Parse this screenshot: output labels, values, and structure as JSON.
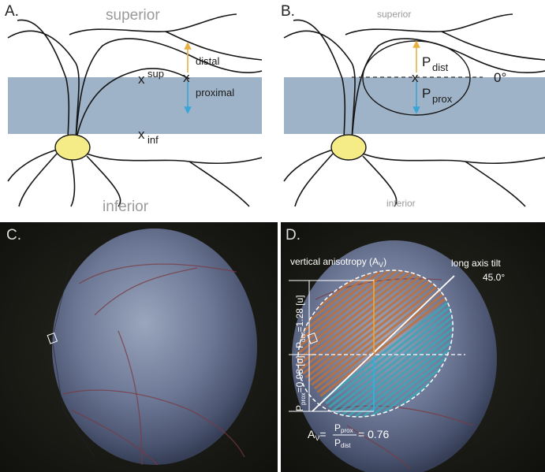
{
  "panels": {
    "a": {
      "letter": "A.",
      "superior": "superior",
      "inferior": "inferior",
      "distal": "distal",
      "proximal": "proximal",
      "x_sup": "x",
      "x_sup_sub": "sup",
      "x_mid": "x",
      "x_inf": "x",
      "x_inf_sub": "inf"
    },
    "b": {
      "letter": "B.",
      "superior": "superior",
      "inferior": "inferior",
      "p_dist": "P",
      "p_dist_sub": "dist",
      "p_prox": "P",
      "p_prox_sub": "prox",
      "x_mid": "x",
      "angle": "0°"
    },
    "c": {
      "letter": "C."
    },
    "d": {
      "letter": "D.",
      "title": "vertical anisotropy (A",
      "title_sub": "V",
      "title_end": ")",
      "tilt_label": "long axis tilt",
      "tilt_value": "45.0°",
      "pdist_p": "P",
      "pdist_sub": "dist",
      "pdist_val": "=1.28 [u]",
      "pprox_p": "P",
      "pprox_sub": "prox",
      "pprox_val": "=0.98 [u]",
      "formula_a": "A",
      "formula_a_sub": "V",
      "formula_eq": "=",
      "formula_num": "P",
      "formula_num_sub": "prox",
      "formula_den": "P",
      "formula_den_sub": "dist",
      "formula_result": "= 0.76"
    }
  },
  "colors": {
    "band": "#9fb3c8",
    "disc": "#f5ec88",
    "distal_arrow": "#e8b040",
    "proximal_arrow": "#3aa6d8",
    "orange_fill": "#c0703a",
    "cyan_fill": "#3aa6b8"
  }
}
